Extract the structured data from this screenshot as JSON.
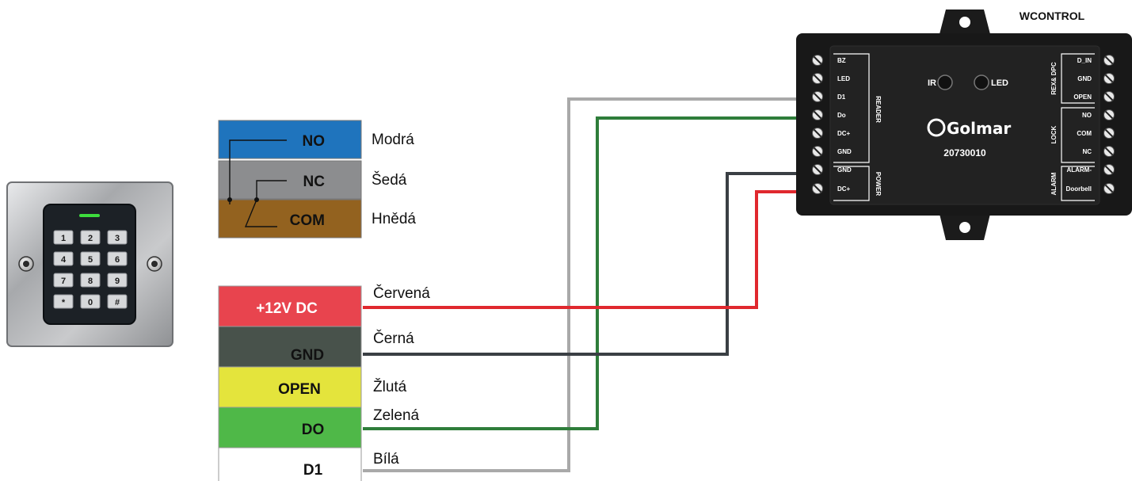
{
  "device": {
    "title": "WCONTROL",
    "brand": "Golmar",
    "model": "20730010",
    "ir_label": "IR",
    "led_label": "LED",
    "left_terminals": [
      "BZ",
      "LED",
      "D1",
      "Do",
      "DC+",
      "GND",
      "GND",
      "DC+"
    ],
    "reader_label": "READER",
    "power_label": "POWER",
    "right_terminals": [
      "D_IN",
      "GND",
      "OPEN",
      "NO",
      "COM",
      "NC",
      "ALARM-",
      "Doorbell"
    ],
    "rex_label": "REX& DPC",
    "lock_label": "LOCK",
    "alarm_label": "ALARM"
  },
  "relay": {
    "rows": [
      {
        "label": "NO",
        "name": "Modrá",
        "color": "#1f74bd"
      },
      {
        "label": "NC",
        "name": "Šedá",
        "color": "#8c8d8f"
      },
      {
        "label": "COM",
        "name": "Hnědá",
        "color": "#93621f"
      }
    ]
  },
  "wires": {
    "rows": [
      {
        "label": "+12V DC",
        "name": "Červená",
        "color": "#e8444e",
        "text": "#ffffff"
      },
      {
        "label": "GND",
        "name": "Černá",
        "color": "#48524b",
        "text": "#111111"
      },
      {
        "label": "OPEN",
        "name": "Žlutá",
        "color": "#e4e43c",
        "text": "#111111"
      },
      {
        "label": "DO",
        "name": "Zelená",
        "color": "#4fb848",
        "text": "#111111"
      },
      {
        "label": "D1",
        "name": "Bílá",
        "color": "#ffffff",
        "text": "#111111"
      }
    ]
  },
  "keypad": {
    "keys": [
      "1",
      "2",
      "3",
      "4",
      "5",
      "6",
      "7",
      "8",
      "9",
      "*",
      "0",
      "#"
    ]
  }
}
